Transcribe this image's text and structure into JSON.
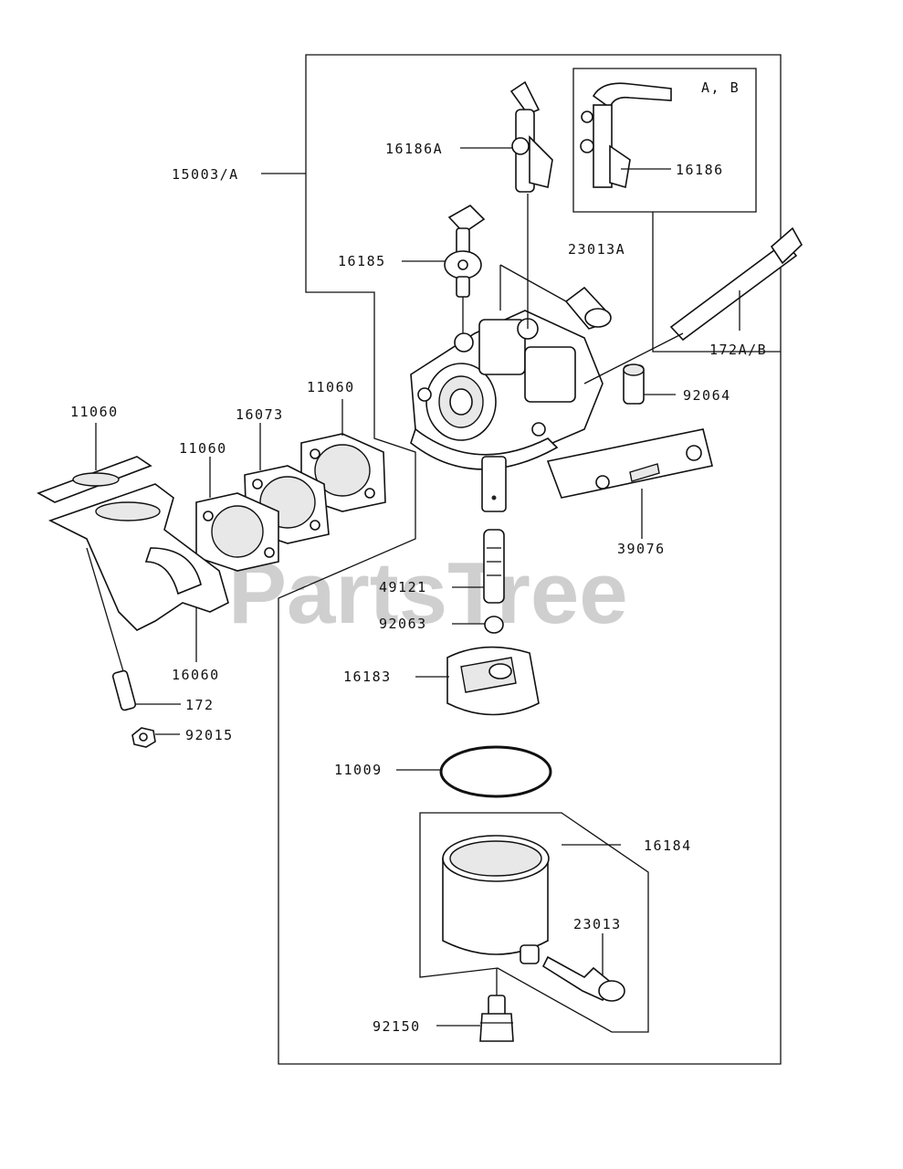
{
  "watermark": "PartsTree",
  "labels": {
    "assembly": "15003/A",
    "inset_variant": "A, B",
    "part_16186": "16186",
    "part_16186A": "16186A",
    "part_16185": "16185",
    "part_23013A": "23013A",
    "part_172AB": "172A/B",
    "part_92064": "92064",
    "part_11060_a": "11060",
    "part_11060_b": "11060",
    "part_11060_c": "11060",
    "part_16073": "16073",
    "part_39076": "39076",
    "part_49121": "49121",
    "part_92063": "92063",
    "part_16060": "16060",
    "part_16183": "16183",
    "part_172": "172",
    "part_92015": "92015",
    "part_11009": "11009",
    "part_16184": "16184",
    "part_23013": "23013",
    "part_92150": "92150"
  }
}
